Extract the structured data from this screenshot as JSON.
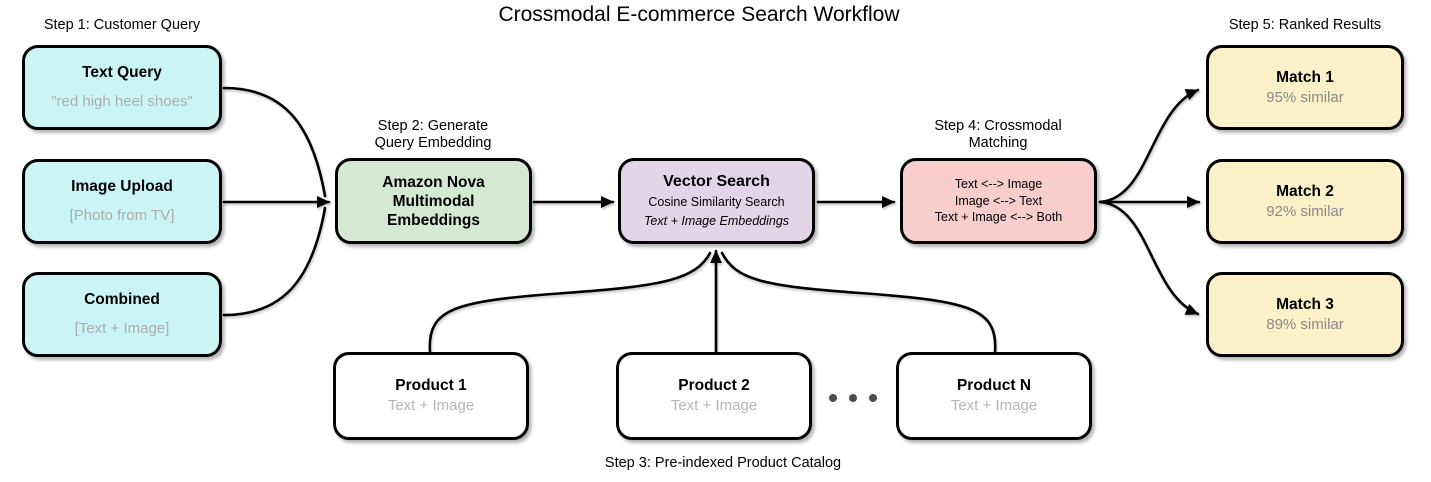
{
  "title": "Crossmodal E-commerce Search Workflow",
  "labels": {
    "step1": "Step 1: Customer Query",
    "step2_line1": "Step 2: Generate",
    "step2_line2": "Query Embedding",
    "step3": "Step 3: Pre-indexed Product Catalog",
    "step4_line1": "Step 4: Crossmodal",
    "step4_line2": "Matching",
    "step5": "Step 5: Ranked Results"
  },
  "query_inputs": [
    {
      "title": "Text Query",
      "subtitle": "\"red high heel shoes\""
    },
    {
      "title": "Image Upload",
      "subtitle": "[Photo from TV]"
    },
    {
      "title": "Combined",
      "subtitle": "[Text + Image]"
    }
  ],
  "embedding": {
    "line1": "Amazon Nova",
    "line2": "Multimodal",
    "line3": "Embeddings"
  },
  "vector_search": {
    "title": "Vector Search",
    "subtitle": "Cosine Similarity Search",
    "note": "Text + Image Embeddings"
  },
  "matching": {
    "line1": "Text <--> Image",
    "line2": "Image <--> Text",
    "line3": "Text + Image <--> Both"
  },
  "results": [
    {
      "title": "Match 1",
      "subtitle": "95% similar"
    },
    {
      "title": "Match 2",
      "subtitle": "92% similar"
    },
    {
      "title": "Match 3",
      "subtitle": "89% similar"
    }
  ],
  "catalog": [
    {
      "title": "Product 1",
      "subtitle": "Text + Image"
    },
    {
      "title": "Product 2",
      "subtitle": "Text + Image"
    },
    {
      "title": "Product N",
      "subtitle": "Text + Image"
    }
  ],
  "colors": {
    "query_fill": "#CBF5F5",
    "embedding_fill": "#D5E8D4",
    "vector_fill": "#E1D5E7",
    "matching_fill": "#F8CECC",
    "result_fill": "#FCF0C8",
    "product_fill": "#FFFFFF",
    "border": "#000000",
    "muted_query": "#ADADAD",
    "muted_product": "#B5B5B5",
    "muted_result": "#8A8A8A"
  }
}
